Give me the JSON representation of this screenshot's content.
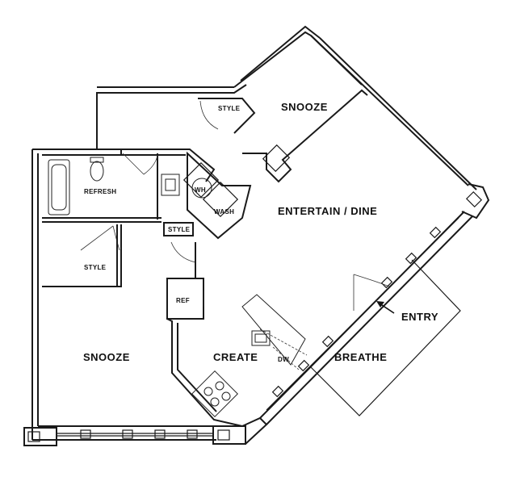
{
  "rooms": {
    "snooze_top": "SNOOZE",
    "style_top": "STYLE",
    "entertain_dine": "ENTERTAIN / DINE",
    "refresh": "REFRESH",
    "wh": "WH",
    "wash": "WASH",
    "style_mid": "STYLE",
    "style_left": "STYLE",
    "ref": "REF",
    "dw": "DW",
    "snooze_bottom": "SNOOZE",
    "create": "CREATE",
    "breathe": "BREATHE",
    "entry": "ENTRY"
  },
  "icons": {
    "entry_arrow": "arrow-icon"
  }
}
